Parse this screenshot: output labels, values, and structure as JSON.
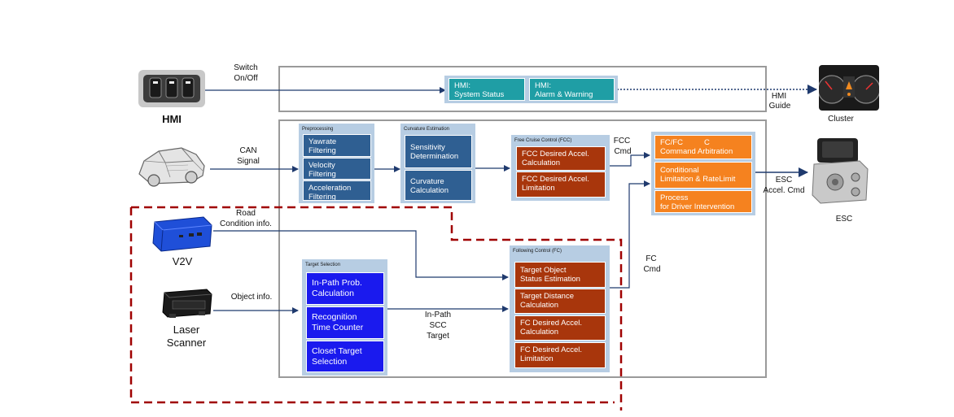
{
  "devices": {
    "hmi": "HMI",
    "v2v": "V2V",
    "laser_line1": "Laser",
    "laser_line2": "Scanner",
    "cluster": "Cluster",
    "esc": "ESC"
  },
  "signals": {
    "switch_line1": "Switch",
    "switch_line2": "On/Off",
    "can_line1": "CAN",
    "can_line2": "Signal",
    "road_line1": "Road",
    "road_line2": "Condition info.",
    "object": "Object info.",
    "inpath_line1": "In-Path",
    "inpath_line2": "SCC",
    "inpath_line3": "Target",
    "hmi_guide_line1": "HMI",
    "hmi_guide_line2": "Guide",
    "fcc_cmd_line1": "FCC",
    "fcc_cmd_line2": "Cmd",
    "fc_cmd_line1": "FC",
    "fc_cmd_line2": "Cmd",
    "esc_cmd_line1": "ESC",
    "esc_cmd_line2": "Accel. Cmd"
  },
  "hmi_blocks": {
    "status_line1": "HMI:",
    "status_line2": "System Status",
    "alarm_line1": "HMI:",
    "alarm_line2": "Alarm & Warning"
  },
  "preprocessing": {
    "title": "Preprocessing",
    "yawrate_line1": "Yawrate",
    "yawrate_line2": "Filtering",
    "velocity_line1": "Velocity",
    "velocity_line2": "Filtering",
    "accel_line1": "Acceleration",
    "accel_line2": "Filtering"
  },
  "curvature": {
    "title": "Curvature Estimation",
    "sens_line1": "Sensitivity",
    "sens_line2": "Determination",
    "curv_line1": "Curvature",
    "curv_line2": "Calculation"
  },
  "fcc": {
    "title": "Free Cruise Control (FCC)",
    "calc_line1": "FCC Desired Accel.",
    "calc_line2": "Calculation",
    "limit_line1": "FCC Desired Accel.",
    "limit_line2": "Limitation"
  },
  "arbitration": {
    "cmd_line1": "FC/FC",
    "cmd_c": "C",
    "cmd_line2": "Command Arbitration",
    "cond_line1": "Conditional",
    "cond_line2": "Limitation & RateLimit",
    "proc_line1": "Process",
    "proc_line2": "for Driver Intervention"
  },
  "target": {
    "title": "Target Selection",
    "inpath_line1": "In-Path Prob.",
    "inpath_line2": "Calculation",
    "recog_line1": "Recognition",
    "recog_line2": "Time Counter",
    "closet_line1": "Closet Target",
    "closet_line2": "Selection"
  },
  "fc": {
    "title": "Following Control (FC)",
    "obj_line1": "Target Object",
    "obj_line2": "Status Estimation",
    "dist_line1": "Target Distance",
    "dist_line2": "Calculation",
    "calc_line1": "FC Desired Accel.",
    "calc_line2": "Calculation",
    "limit_line1": "FC Desired Accel.",
    "limit_line2": "Limitation"
  },
  "colors": {
    "steel_blue": "#2f5f92",
    "teal": "#1f9ea5",
    "brown": "#a8360c",
    "orange": "#f5821f",
    "royal_blue": "#1a1aee",
    "group_bg": "#b7cde3",
    "dashed_red": "#a00000",
    "arrow": "#1f3a6e"
  }
}
